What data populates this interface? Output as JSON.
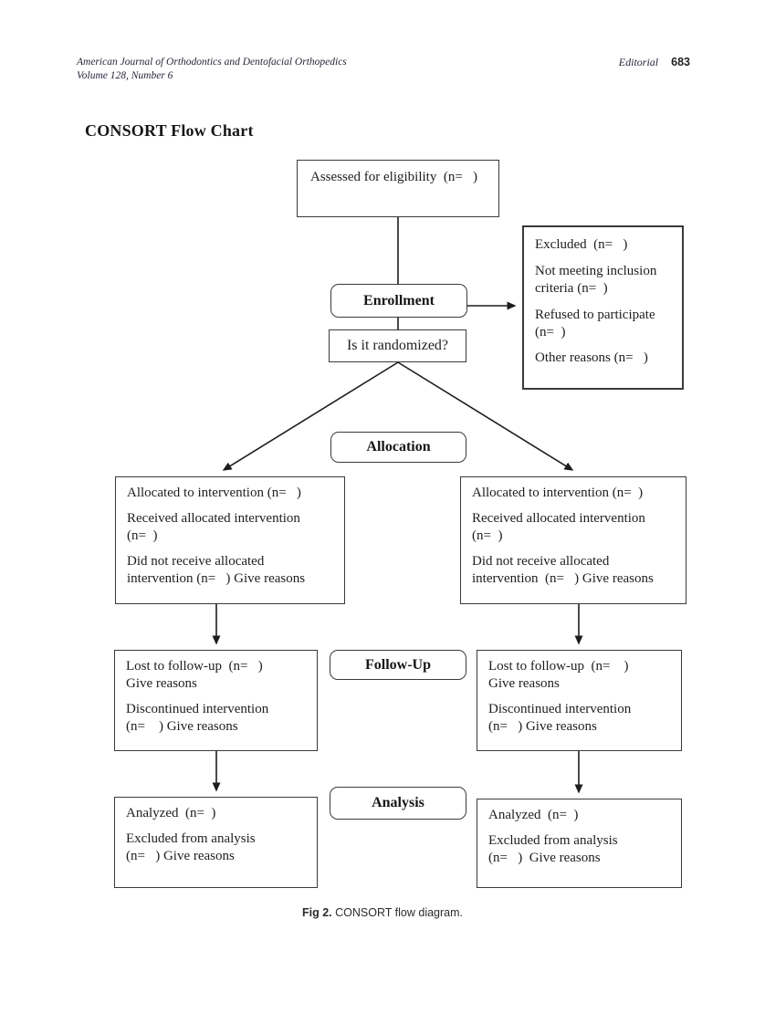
{
  "header": {
    "journal_line1": "American Journal of Orthodontics and Dentofacial Orthopedics",
    "journal_line2": "Volume 128, Number 6",
    "section": "Editorial",
    "page_number": "683"
  },
  "title": "CONSORT Flow Chart",
  "flowchart": {
    "assessed": "Assessed for eligibility  (n=   )",
    "stage_labels": {
      "enrollment": "Enrollment",
      "allocation": "Allocation",
      "followup": "Follow-Up",
      "analysis": "Analysis"
    },
    "randomized": "Is it randomized?",
    "excluded": {
      "items": [
        "Excluded  (n=   )",
        "Not meeting inclusion\ncriteria (n=  )",
        "Refused to participate\n(n=  )",
        "Other reasons (n=   )"
      ]
    },
    "allocation_left": {
      "items": [
        "Allocated to intervention (n=   )",
        "Received allocated intervention\n(n=  )",
        "Did not receive allocated\nintervention (n=   ) Give reasons"
      ]
    },
    "allocation_right": {
      "items": [
        "Allocated to intervention (n=  )",
        "Received allocated intervention\n(n=  )",
        "Did not receive allocated\nintervention  (n=   ) Give reasons"
      ]
    },
    "followup_left": {
      "items": [
        "Lost to follow-up  (n=   )\nGive reasons",
        "Discontinued intervention\n(n=    ) Give reasons"
      ]
    },
    "followup_right": {
      "items": [
        "Lost to follow-up  (n=    )\nGive reasons",
        "Discontinued intervention\n(n=   ) Give reasons"
      ]
    },
    "analysis_left": {
      "items": [
        "Analyzed  (n=  )",
        "Excluded from analysis\n(n=   ) Give reasons"
      ]
    },
    "analysis_right": {
      "items": [
        "Analyzed  (n=  )",
        "Excluded from analysis\n(n=   )  Give reasons"
      ]
    }
  },
  "caption": {
    "label": "Fig 2.",
    "text": "CONSORT flow diagram."
  },
  "colors": {
    "ink": "#1e1e1e",
    "box_border": "#3a3a3a",
    "background": "#ffffff"
  }
}
